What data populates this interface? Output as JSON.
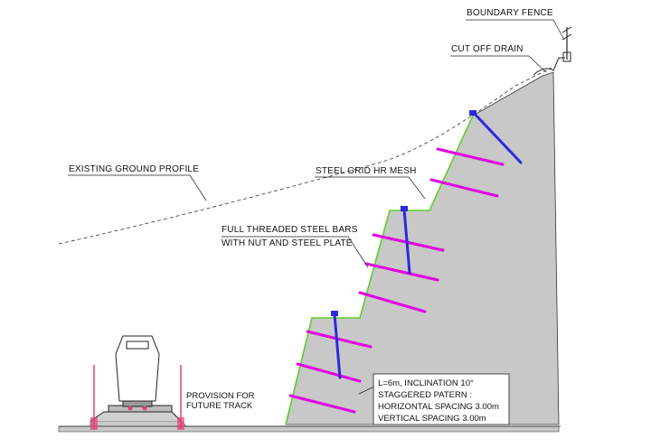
{
  "labels": {
    "boundary_fence": "BOUNDARY FENCE",
    "cut_off_drain": "CUT OFF DRAIN",
    "existing_ground_profile": "EXISTING GROUND PROFILE",
    "steel_grid": "STEEL GRID HR MESH",
    "threaded_bars_line1": "FULL THREADED STEEL BARS",
    "threaded_bars_line2": "WITH NUT AND STEEL PLATE",
    "provision_line1": "PROVISION FOR",
    "provision_line2": "FUTURE TRACK",
    "spec_line1": "L=6m, INCLINATION 10°",
    "spec_line2": "STAGGERED PATERN :",
    "spec_line3": "HORIZONTAL SPACING 3.00m",
    "spec_line4": "VERTICAL SPACING 3.00m"
  },
  "colors": {
    "slope_fill": "#c8c8c8",
    "mesh_line": "#5ccf2a",
    "soil_nail": "#e000e0",
    "long_bar": "#2a2ae0",
    "track_post": "#e0407a",
    "outline": "#222222"
  }
}
